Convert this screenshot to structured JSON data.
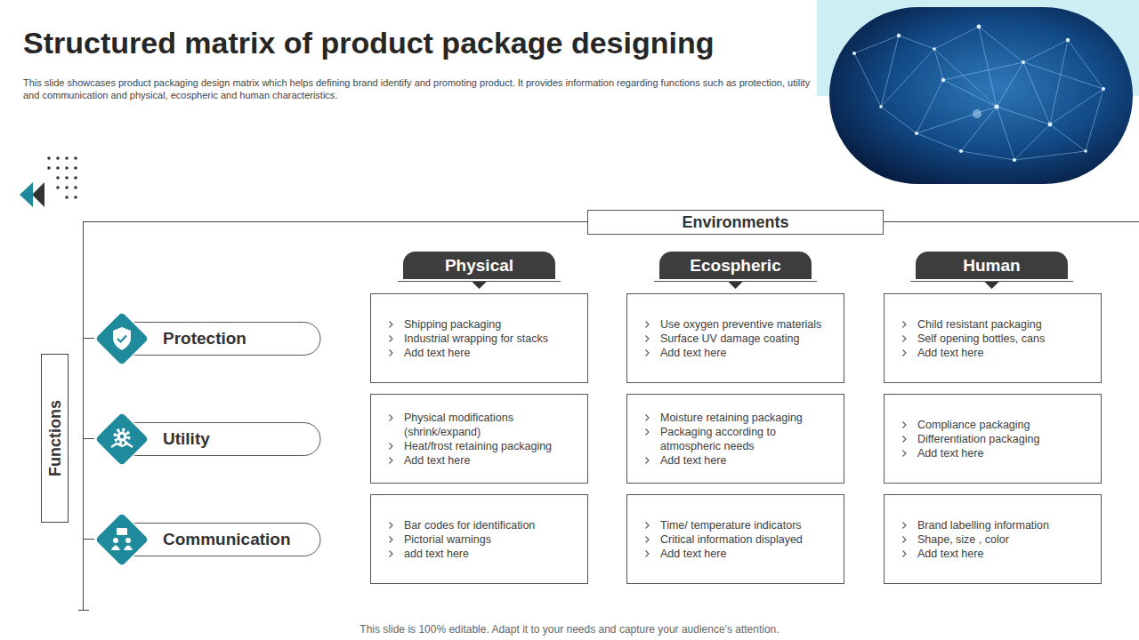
{
  "diagram": {
    "title": "Structured matrix of product package designing",
    "nodes": [
      {
        "text": [
          "Environments"
        ]
      },
      {
        "text": [
          "Physical"
        ]
      },
      {
        "text": [
          "Ecospheric"
        ]
      },
      {
        "text": [
          "Human"
        ]
      },
      {
        "text": [
          "Functions"
        ]
      },
      {
        "text": [
          "Protection"
        ]
      },
      {
        "text": [
          "Shipping packaging",
          "Industrial wrapping for stacks",
          "Add text here"
        ]
      },
      {
        "text": [
          "Use oxygen preventive materials",
          "Surface UV damage coating",
          "Add text here"
        ]
      },
      {
        "text": [
          "Child resistant packaging",
          "Self opening bottles, cans",
          "Add text here"
        ]
      },
      {
        "text": [
          "Utility"
        ]
      },
      {
        "text": [
          "Physical modifications (shrink/expand)",
          "Heat/frost retaining packaging",
          "Add text here"
        ]
      },
      {
        "text": [
          "Moisture retaining packaging",
          "Packaging according to atmospheric needs",
          "Add text here"
        ]
      },
      {
        "text": [
          "Compliance packaging",
          "Differentiation packaging",
          "Add text here"
        ]
      },
      {
        "text": [
          "Communication"
        ]
      },
      {
        "text": [
          "Bar codes for identification",
          "Pictorial warnings",
          "add text here"
        ]
      },
      {
        "text": [
          "Time/ temperature indicators",
          "Critical information displayed",
          "Add text here"
        ]
      },
      {
        "text": [
          "Brand labelling information",
          "Shape, size , color",
          "Add text here"
        ]
      }
    ],
    "labels": [
      "This slide showcases product packaging design matrix which helps defining brand identify and promoting product. It provides information regarding functions such as protection, utility and communication and physical, ecospheric and human characteristics.",
      "This slide is 100% editable. Adapt it to your needs and capture your audience's attention."
    ]
  }
}
